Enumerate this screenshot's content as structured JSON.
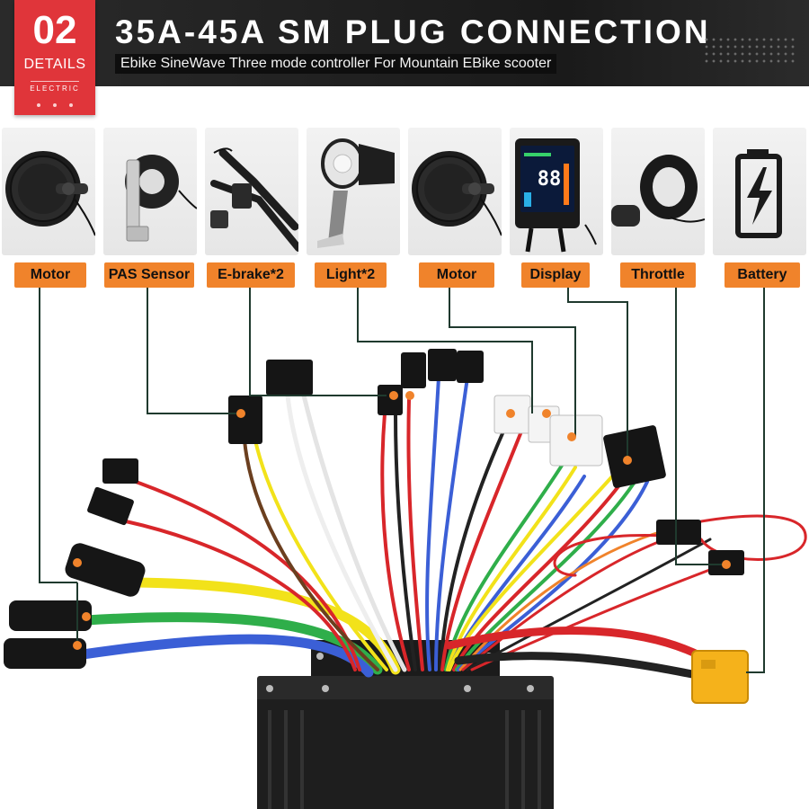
{
  "badge": {
    "number": "02",
    "label": "DETAILS",
    "sub": "ELECTRIC"
  },
  "header": {
    "title": "35A-45A SM PLUG CONNECTION",
    "subtitle": "Ebike SineWave Three mode controller For Mountain EBike scooter"
  },
  "components": [
    {
      "label": "Motor",
      "icon": "hub-motor-icon"
    },
    {
      "label": "PAS Sensor",
      "icon": "pas-sensor-icon"
    },
    {
      "label": "E-brake*2",
      "icon": "brake-lever-icon"
    },
    {
      "label": "Light*2",
      "icon": "headlight-icon"
    },
    {
      "label": "Motor",
      "icon": "hub-motor-icon"
    },
    {
      "label": "Display",
      "icon": "display-icon"
    },
    {
      "label": "Throttle",
      "icon": "throttle-icon"
    },
    {
      "label": "Battery",
      "icon": "battery-icon"
    }
  ],
  "display_reading": "88",
  "colors": {
    "badge": "#e0353a",
    "label_bg": "#f0832b",
    "connector_line": "#1f3a2e",
    "connection_dot": "#f0832b",
    "wire_yellow": "#f2e21a",
    "wire_green": "#2fae4a",
    "wire_blue": "#3b5fd6",
    "wire_red": "#d8262a",
    "battery_plug": "#f5b21b"
  }
}
